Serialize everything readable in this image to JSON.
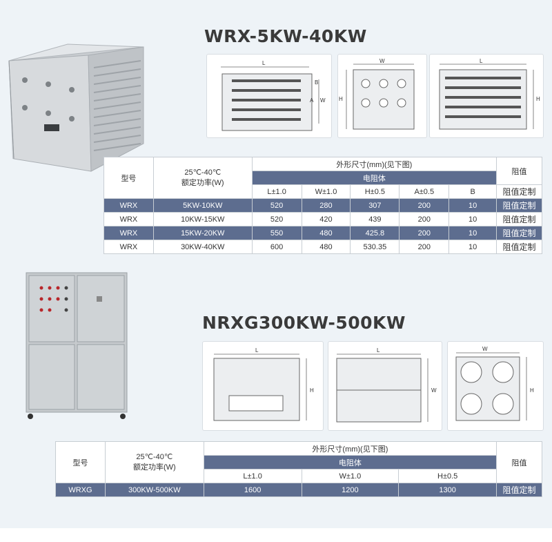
{
  "section1": {
    "title": "WRX-5KW-40KW",
    "diagram_labels": {
      "L": "L",
      "W": "W",
      "H": "H",
      "A": "A",
      "B": "B"
    },
    "table": {
      "col_model": "型号",
      "col_power_line1": "25℃-40℃",
      "col_power_line2": "额定功率(W)",
      "col_dims": "外形尺寸(mm)(见下图)",
      "col_body": "电阻体",
      "col_resist": "阻值",
      "dim_headers": [
        "L±1.0",
        "W±1.0",
        "H±0.5",
        "A±0.5",
        "B"
      ],
      "custom_header": "阻值定制",
      "rows": [
        {
          "model": "WRX",
          "power": "5KW-10KW",
          "L": "520",
          "W": "280",
          "H": "307",
          "A": "200",
          "B": "10",
          "r": "阻值定制"
        },
        {
          "model": "WRX",
          "power": "10KW-15KW",
          "L": "520",
          "W": "420",
          "H": "439",
          "A": "200",
          "B": "10",
          "r": "阻值定制"
        },
        {
          "model": "WRX",
          "power": "15KW-20KW",
          "L": "550",
          "W": "480",
          "H": "425.8",
          "A": "200",
          "B": "10",
          "r": "阻值定制"
        },
        {
          "model": "WRX",
          "power": "30KW-40KW",
          "L": "600",
          "W": "480",
          "H": "530.35",
          "A": "200",
          "B": "10",
          "r": "阻值定制"
        }
      ]
    }
  },
  "section2": {
    "title": "NRXG300KW-500KW",
    "diagram_labels": {
      "L": "L",
      "W": "W",
      "H": "H"
    },
    "table": {
      "col_model": "型号",
      "col_power_line1": "25℃-40℃",
      "col_power_line2": "额定功率(W)",
      "col_dims": "外形尺寸(mm)(见下图)",
      "col_body": "电阻体",
      "col_resist": "阻值",
      "dim_headers": [
        "L±1.0",
        "W±1.0",
        "H±0.5"
      ],
      "rows": [
        {
          "model": "WRXG",
          "power": "300KW-500KW",
          "L": "1600",
          "W": "1200",
          "H": "1300",
          "r": "阻值定制"
        }
      ]
    }
  },
  "colors": {
    "header_fill": "#5d6d8f",
    "background": "#eef3f7"
  }
}
